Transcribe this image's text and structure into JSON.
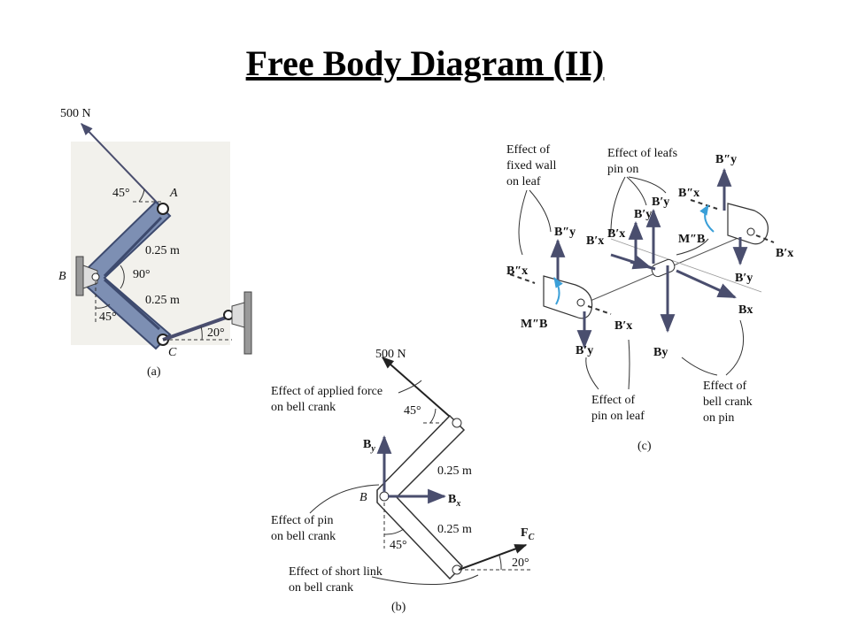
{
  "title": "Free Body Diagram (II)",
  "fig_a": {
    "force": "500 N",
    "angle_top": "45°",
    "point_a": "A",
    "point_b": "B",
    "point_c": "C",
    "len_upper": "0.25 m",
    "len_lower": "0.25 m",
    "angle_mid": "90°",
    "angle_low": "45°",
    "angle_link": "20°",
    "caption": "(a)"
  },
  "fig_b": {
    "force": "500 N",
    "effect_force": [
      "Effect of applied force",
      "on bell crank"
    ],
    "angle_top": "45°",
    "by": "B",
    "by_sub": "y",
    "len_upper": "0.25 m",
    "point_b": "B",
    "bx": "B",
    "bx_sub": "x",
    "effect_pin": [
      "Effect of pin",
      "on bell crank"
    ],
    "len_lower": "0.25 m",
    "angle_low": "45°",
    "fc": "F",
    "fc_sub": "C",
    "angle_link": "20°",
    "effect_link": [
      "Effect of short link",
      "on bell crank"
    ],
    "caption": "(b)"
  },
  "fig_c": {
    "effect_wall": [
      "Effect of",
      "fixed wall",
      "on leaf"
    ],
    "effect_leafs": [
      "Effect of leafs",
      "pin on"
    ],
    "effect_pin_leaf": [
      "Effect of",
      "pin on leaf"
    ],
    "effect_crank": [
      "Effect of",
      "bell crank",
      "on pin"
    ],
    "caption": "(c)",
    "labels": {
      "by2_top": "B″y",
      "bx2_top": "B″x",
      "by1_a": "B′y",
      "by1_b": "B′y",
      "bx1_a": "B′x",
      "bx1_b": "B′x",
      "mb_mid": "M″B",
      "by2_left": "B″y",
      "bx2_left": "B″x",
      "mb_left": "M″B",
      "by1_left": "B′y",
      "bx1_left": "B′x",
      "bx1_right": "B′x",
      "by1_right": "B′y",
      "bx_main": "Bx",
      "by_main": "By"
    }
  },
  "colors": {
    "arrow": "#4a4e6e",
    "moment": "#3a9fd8",
    "crank_fill": "#7d8fb3"
  }
}
